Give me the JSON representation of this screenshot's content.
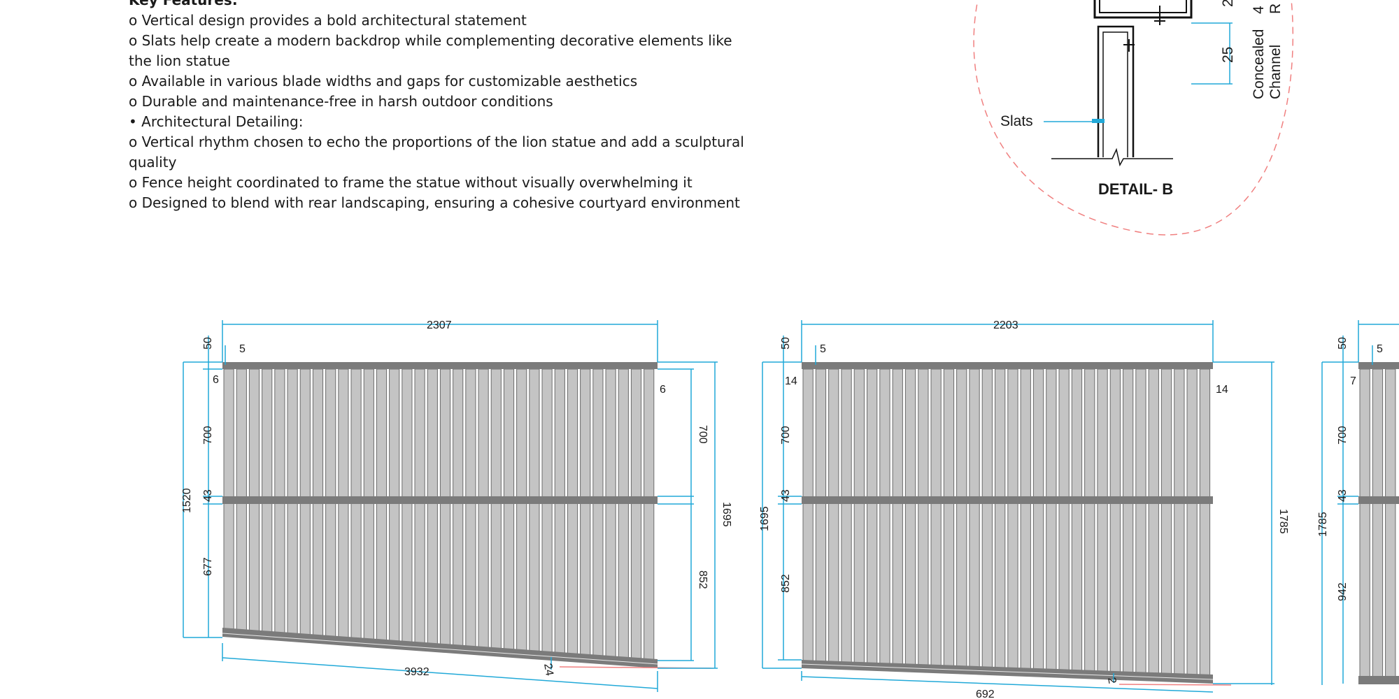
{
  "key_features": {
    "heading": "Key Features:",
    "lines": [
      "o Vertical design provides a bold architectural statement",
      "o Slats help create a modern backdrop while complementing decorative elements like the lion statue",
      "o Available in various blade widths and gaps for customizable aesthetics",
      "o Durable and maintenance-free in harsh outdoor conditions",
      "• Architectural Detailing:",
      "o Vertical rhythm chosen to echo the proportions of the lion statue and add a sculptural quality",
      "o Fence height coordinated to frame the statue without visually overwhelming it",
      "o Designed to blend with rear landscaping, ensuring a cohesive courtyard environment"
    ]
  },
  "detail_b": {
    "title": "DETAIL- B",
    "slats_label": "Slats",
    "concealed_label": "Concealed",
    "channel_label": "Channel",
    "dim_25": "25",
    "dim_4": "4",
    "partial_r": "R"
  },
  "colors": {
    "dimension": "#21a9d8",
    "slat": "#c4c4c4",
    "rail": "#7b7b7b",
    "detail_circle": "#f08080"
  },
  "elevation_1": {
    "width": "2307",
    "top_gap": "50",
    "slat_top": "5",
    "left_edge": "6",
    "right_edge": "6",
    "upper_panel_left": "700",
    "mid_rail": "43",
    "lower_panel_left": "677",
    "total_height_left": "1520",
    "upper_panel_right": "700",
    "lower_panel_right": "852",
    "total_height_right": "1695",
    "slope_length": "3932",
    "slope_offset": "24"
  },
  "elevation_2": {
    "width": "2203",
    "top_gap": "50",
    "slat_top": "5",
    "left_edge": "14",
    "right_edge": "14",
    "upper_panel_left": "700",
    "mid_rail": "43",
    "lower_panel_left": "852",
    "total_height_left": "1695",
    "total_height_right": "1785",
    "slope_length": "692",
    "slope_offset": "2"
  },
  "elevation_3": {
    "top_gap": "50",
    "slat_top": "5",
    "left_edge": "7",
    "upper_panel_left": "700",
    "mid_rail": "43",
    "lower_panel_left": "942",
    "total_height_left": "1785"
  }
}
